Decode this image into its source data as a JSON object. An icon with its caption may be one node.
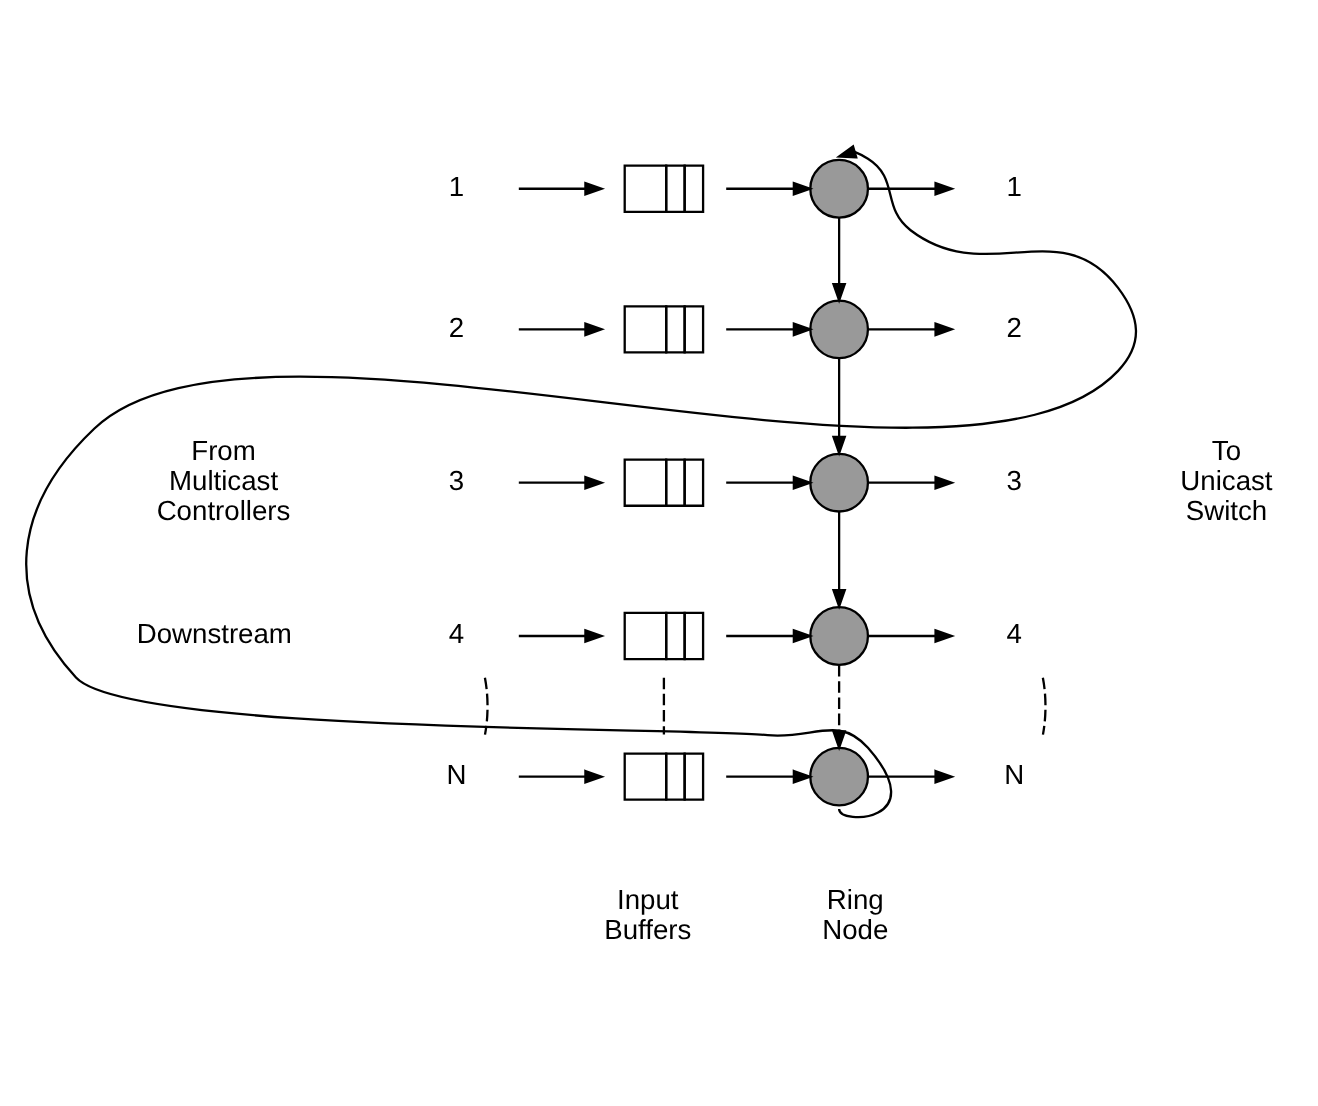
{
  "diagram": {
    "nodes": [
      {
        "text": [
          "1"
        ]
      },
      {
        "text": [
          "2"
        ]
      },
      {
        "text": [
          "3"
        ]
      },
      {
        "text": [
          "4"
        ]
      },
      {
        "text": [
          "N"
        ]
      },
      {
        "text": [],
        "shape": "box"
      },
      {
        "text": [],
        "shape": "box"
      },
      {
        "text": [],
        "shape": "box"
      },
      {
        "text": [],
        "shape": "box"
      },
      {
        "text": [],
        "shape": "box"
      },
      {
        "text": [],
        "shape": "circle"
      },
      {
        "text": [],
        "shape": "circle"
      },
      {
        "text": [],
        "shape": "circle"
      },
      {
        "text": [],
        "shape": "circle"
      },
      {
        "text": [],
        "shape": "circle"
      },
      {
        "text": [
          "1"
        ]
      },
      {
        "text": [
          "2"
        ]
      },
      {
        "text": [
          "3"
        ]
      },
      {
        "text": [
          "4"
        ]
      },
      {
        "text": [
          "N"
        ]
      }
    ],
    "edges": [
      {
        "from": 0,
        "to": 5,
        "arrow": "to"
      },
      {
        "from": 5,
        "to": 10,
        "arrow": "to"
      },
      {
        "from": 10,
        "to": 15,
        "arrow": "to"
      },
      {
        "from": 1,
        "to": 6,
        "arrow": "to"
      },
      {
        "from": 6,
        "to": 11,
        "arrow": "to"
      },
      {
        "from": 11,
        "to": 16,
        "arrow": "to"
      },
      {
        "from": 2,
        "to": 7,
        "arrow": "to"
      },
      {
        "from": 7,
        "to": 12,
        "arrow": "to"
      },
      {
        "from": 12,
        "to": 17,
        "arrow": "to"
      },
      {
        "from": 3,
        "to": 8,
        "arrow": "to"
      },
      {
        "from": 8,
        "to": 13,
        "arrow": "to"
      },
      {
        "from": 13,
        "to": 18,
        "arrow": "to"
      },
      {
        "from": 4,
        "to": 9,
        "arrow": "to"
      },
      {
        "from": 9,
        "to": 14,
        "arrow": "to"
      },
      {
        "from": 14,
        "to": 19,
        "arrow": "to"
      },
      {
        "from": 10,
        "to": 11,
        "arrow": "to"
      },
      {
        "from": 11,
        "to": 12,
        "arrow": "to"
      },
      {
        "from": 12,
        "to": 13,
        "arrow": "to"
      },
      {
        "from": 13,
        "to": 14,
        "arrow": "to",
        "style": "dashed"
      },
      {
        "from": 14,
        "to": 10,
        "arrow": "to"
      },
      {
        "from": 3,
        "to": 4,
        "arrow": "none",
        "style": "dashed"
      },
      {
        "from": 8,
        "to": 9,
        "arrow": "none",
        "style": "dashed"
      },
      {
        "from": 18,
        "to": 19,
        "arrow": "none",
        "style": "dashed"
      }
    ],
    "labels": [
      "From Multicast Controllers",
      "To Unicast Switch",
      "Downstream",
      "Input Buffers",
      "Ring Node"
    ]
  }
}
